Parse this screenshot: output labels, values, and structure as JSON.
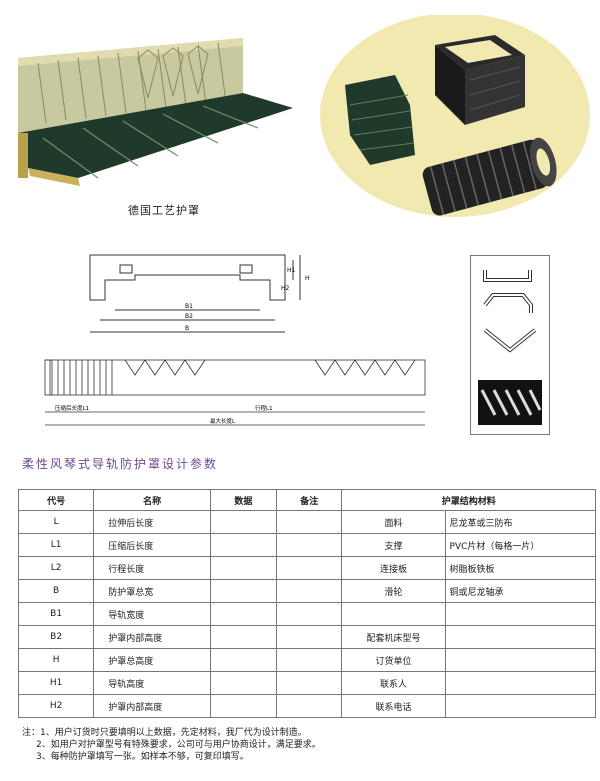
{
  "photo_caption": "德国工艺护罩",
  "drawing_labels": {
    "h1": "H1",
    "h2": "H2",
    "h": "H",
    "b1": "B1",
    "b2": "B2",
    "b": "B",
    "l1": "压缩后长度L1",
    "stroke": "行程L1",
    "max_len": "最大长度L"
  },
  "section_title": "柔性风琴式导轨防护罩设计参数",
  "table": {
    "headers": [
      "代号",
      "名称",
      "数据",
      "备注",
      "护罩结构材料"
    ],
    "rows": [
      {
        "code": "L",
        "name": "拉伸后长度",
        "mat": "面料",
        "matv": "尼龙革或三防布"
      },
      {
        "code": "L1",
        "name": "压缩后长度",
        "mat": "支撑",
        "matv": "PVC片材（每格一片）"
      },
      {
        "code": "L2",
        "name": "行程长度",
        "mat": "连接板",
        "matv": "树脂板铁板"
      },
      {
        "code": "B",
        "name": "防护罩总宽",
        "mat": "滑轮",
        "matv": "铜或尼龙轴承"
      },
      {
        "code": "B1",
        "name": "导轨宽度",
        "mat": "",
        "matv": ""
      },
      {
        "code": "B2",
        "name": "护罩内部高度",
        "mat": "配套机床型号",
        "matv": ""
      },
      {
        "code": "H",
        "name": "护罩总高度",
        "mat": "订货单位",
        "matv": ""
      },
      {
        "code": "H1",
        "name": "导轨高度",
        "mat": "联系人",
        "matv": ""
      },
      {
        "code": "H2",
        "name": "护罩内部高度",
        "mat": "联系电话",
        "matv": ""
      }
    ]
  },
  "notes": [
    "注：1、用户订货时只要填明以上数据，先定材料，我厂代为设计制造。",
    "2、如用户对护罩型号有特殊要求，公司可与用户协商设计，满足要求。",
    "3、每种防护罩填写一张。如样本不够，可复印填写。"
  ]
}
